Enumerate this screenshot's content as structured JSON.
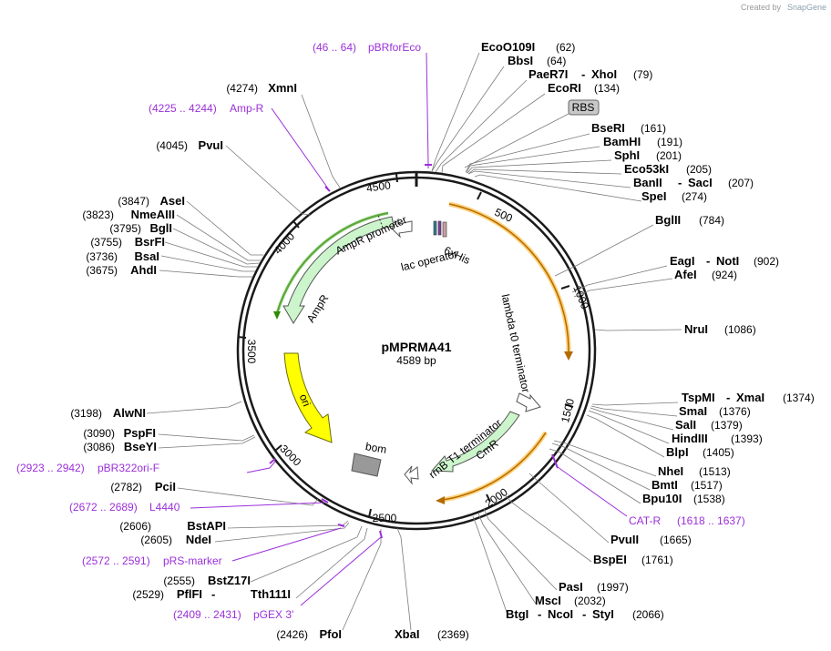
{
  "credit": {
    "text": "Created by",
    "brand": "SnapGene"
  },
  "plasmid": {
    "name": "pMPRMA41",
    "size_label": "4589 bp",
    "length": 4589
  },
  "ticks": [
    "500",
    "1000",
    "1500",
    "2000",
    "2500",
    "3000",
    "3500",
    "4000",
    "4500"
  ],
  "enzymes": [
    {
      "name": "EcoO109I",
      "pos": "(62)"
    },
    {
      "name": "BbsI",
      "pos": "(64)"
    },
    {
      "name": "PaeR7I",
      "name2": "XhoI",
      "pos": "(79)"
    },
    {
      "name": "EcoRI",
      "pos": "(134)"
    },
    {
      "name": "BseRI",
      "pos": "(161)"
    },
    {
      "name": "BamHI",
      "pos": "(191)"
    },
    {
      "name": "SphI",
      "pos": "(201)"
    },
    {
      "name": "Eco53kI",
      "pos": "(205)"
    },
    {
      "name": "BanII",
      "name2": "SacI",
      "pos": "(207)"
    },
    {
      "name": "SpeI",
      "pos": "(274)"
    },
    {
      "name": "BglII",
      "pos": "(784)"
    },
    {
      "name": "EagI",
      "name2": "NotI",
      "pos": "(902)"
    },
    {
      "name": "AfeI",
      "pos": "(924)"
    },
    {
      "name": "NruI",
      "pos": "(1086)"
    },
    {
      "name": "TspMI",
      "name2": "XmaI",
      "pos": "(1374)"
    },
    {
      "name": "SmaI",
      "pos": "(1376)"
    },
    {
      "name": "SalI",
      "pos": "(1379)"
    },
    {
      "name": "HindIII",
      "pos": "(1393)"
    },
    {
      "name": "BlpI",
      "pos": "(1405)"
    },
    {
      "name": "NheI",
      "pos": "(1513)"
    },
    {
      "name": "BmtI",
      "pos": "(1517)"
    },
    {
      "name": "Bpu10I",
      "pos": "(1538)"
    },
    {
      "name": "PvuII",
      "pos": "(1665)"
    },
    {
      "name": "BspEI",
      "pos": "(1761)"
    },
    {
      "name": "PasI",
      "pos": "(1997)"
    },
    {
      "name": "MscI",
      "pos": "(2032)"
    },
    {
      "name": "BtgI",
      "name2": "NcoI",
      "name3": "StyI",
      "pos": "(2066)"
    },
    {
      "name": "XbaI",
      "pos": "(2369)"
    },
    {
      "name": "PfoI",
      "pos": "(2426)"
    },
    {
      "name": "PflFI",
      "name2": "Tth111I",
      "pos": "(2529)"
    },
    {
      "name": "BstZ17I",
      "pos": "(2555)"
    },
    {
      "name": "NdeI",
      "pos": "(2605)"
    },
    {
      "name": "BstAPI",
      "pos": "(2606)"
    },
    {
      "name": "PciI",
      "pos": "(2782)"
    },
    {
      "name": "BseYI",
      "pos": "(3086)"
    },
    {
      "name": "PspFI",
      "pos": "(3090)"
    },
    {
      "name": "AlwNI",
      "pos": "(3198)"
    },
    {
      "name": "AhdI",
      "pos": "(3675)"
    },
    {
      "name": "BsaI",
      "pos": "(3736)"
    },
    {
      "name": "BsrFI",
      "pos": "(3755)"
    },
    {
      "name": "BglI",
      "pos": "(3795)"
    },
    {
      "name": "NmeAIII",
      "pos": "(3823)"
    },
    {
      "name": "AseI",
      "pos": "(3847)"
    },
    {
      "name": "PvuI",
      "pos": "(4045)"
    },
    {
      "name": "XmnI",
      "pos": "(4274)"
    }
  ],
  "primers": [
    {
      "range": "(46 .. 64)",
      "name": "pBRforEco"
    },
    {
      "range": "(4225 .. 4244)",
      "name": "Amp-R"
    },
    {
      "name": "CAT-R",
      "range": "(1618 .. 1637)"
    },
    {
      "range": "(2923 .. 2942)",
      "name": "pBR322ori-F"
    },
    {
      "range": "(2672 .. 2689)",
      "name": "L4440"
    },
    {
      "range": "(2572 .. 2591)",
      "name": "pRS-marker"
    },
    {
      "range": "(2409 .. 2431)",
      "name": "pGEX 3'"
    }
  ],
  "features": {
    "rbs": "RBS",
    "his": "6xHis",
    "lac": "lac operator",
    "lambda": "lambda t0 terminator",
    "amp_promoter": "AmpR promoter",
    "ampr": "AmpR",
    "ori": "ori",
    "bom": "bom",
    "rrnb": "rrnB T1 terminator",
    "cmr": "CmR"
  },
  "colors": {
    "backbone": "#1a1a1a",
    "enzyme_leader": "#7a7a7a",
    "primer": "#9b30d9",
    "ampr_fill": "#ccf5cc",
    "ampr_highlight": "#2e8b00",
    "cmr_fill": "#ccf5cc",
    "cmr_highlight": "#ffc24d",
    "lambda_highlight": "#ffc24d",
    "ori_fill": "#ffff00",
    "bom_fill": "#999999",
    "his_fill": "#7b3fa0",
    "lac_fill": "#2d7f8f",
    "rbs_fill": "#c8c8c8"
  }
}
